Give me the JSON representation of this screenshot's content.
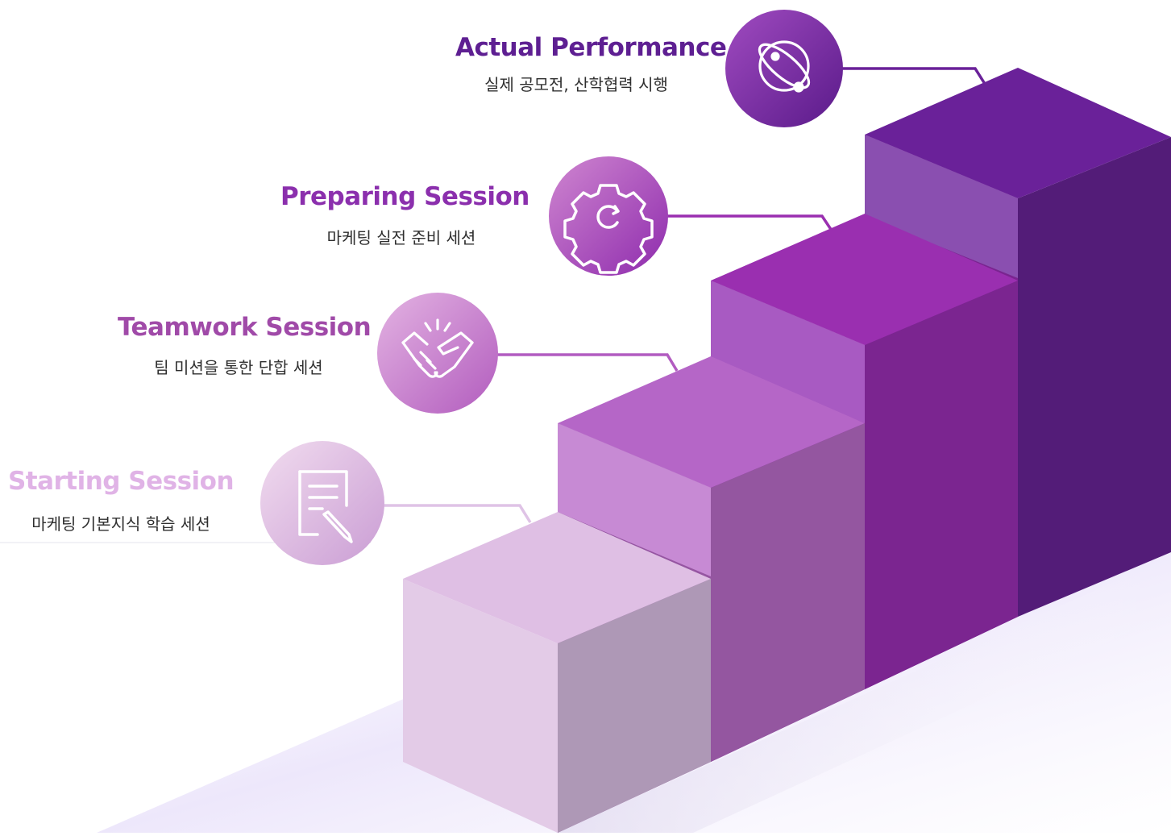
{
  "stages": [
    {
      "title": "Starting Session",
      "subtitle": "마케팅 기본지식 학습 세션",
      "icon": "document-pencil-icon",
      "color": "#e0b3e6"
    },
    {
      "title": "Teamwork Session",
      "subtitle": "팀 미션을 통한 단합 세션",
      "icon": "handshake-icon",
      "color": "#a04aa8"
    },
    {
      "title": "Preparing Session",
      "subtitle": "마케팅 실전 준비 세션",
      "icon": "gear-icon",
      "color": "#8b2fad"
    },
    {
      "title": "Actual Performance",
      "subtitle": "실제 공모전, 산학협력 시행",
      "icon": "atom-icon",
      "color": "#5e1f92"
    }
  ]
}
